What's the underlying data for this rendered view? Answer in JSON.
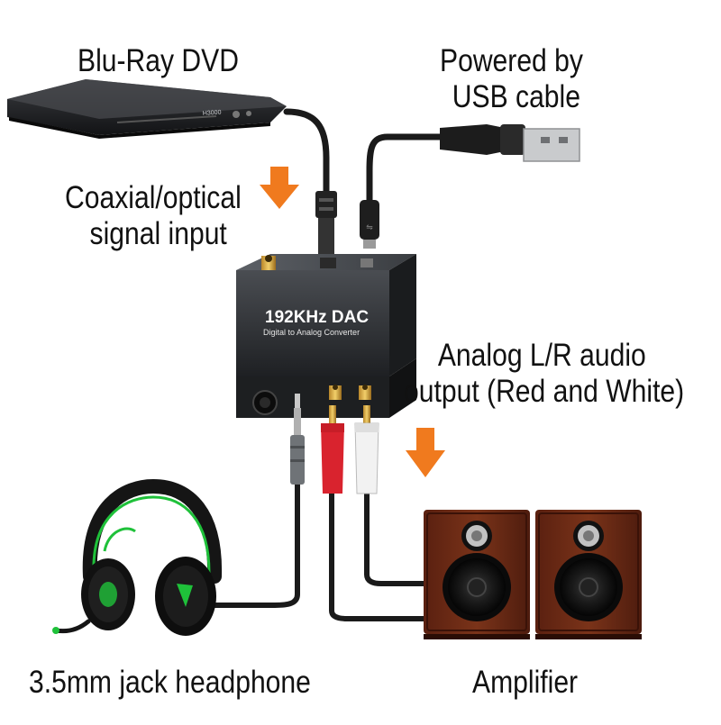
{
  "labels": {
    "source": "Blu-Ray DVD",
    "power": [
      "Powered by",
      "USB cable"
    ],
    "input": [
      "Coaxial/optical",
      "signal input"
    ],
    "output": [
      "Analog L/R audio",
      "output (Red and White)"
    ],
    "headphone": "3.5mm jack headphone",
    "amplifier": "Amplifier"
  },
  "device": {
    "title": "192KHz DAC",
    "subtitle": "Digital to Analog Converter",
    "player_model": "H3000"
  },
  "colors": {
    "arrow": "#f07a1e",
    "cable": "#1a1a1a",
    "speaker_wood": "#6b2a16",
    "rca_red": "#d9232e",
    "rca_white": "#f2f2f2",
    "headphone_accent": "#1fc13a"
  }
}
